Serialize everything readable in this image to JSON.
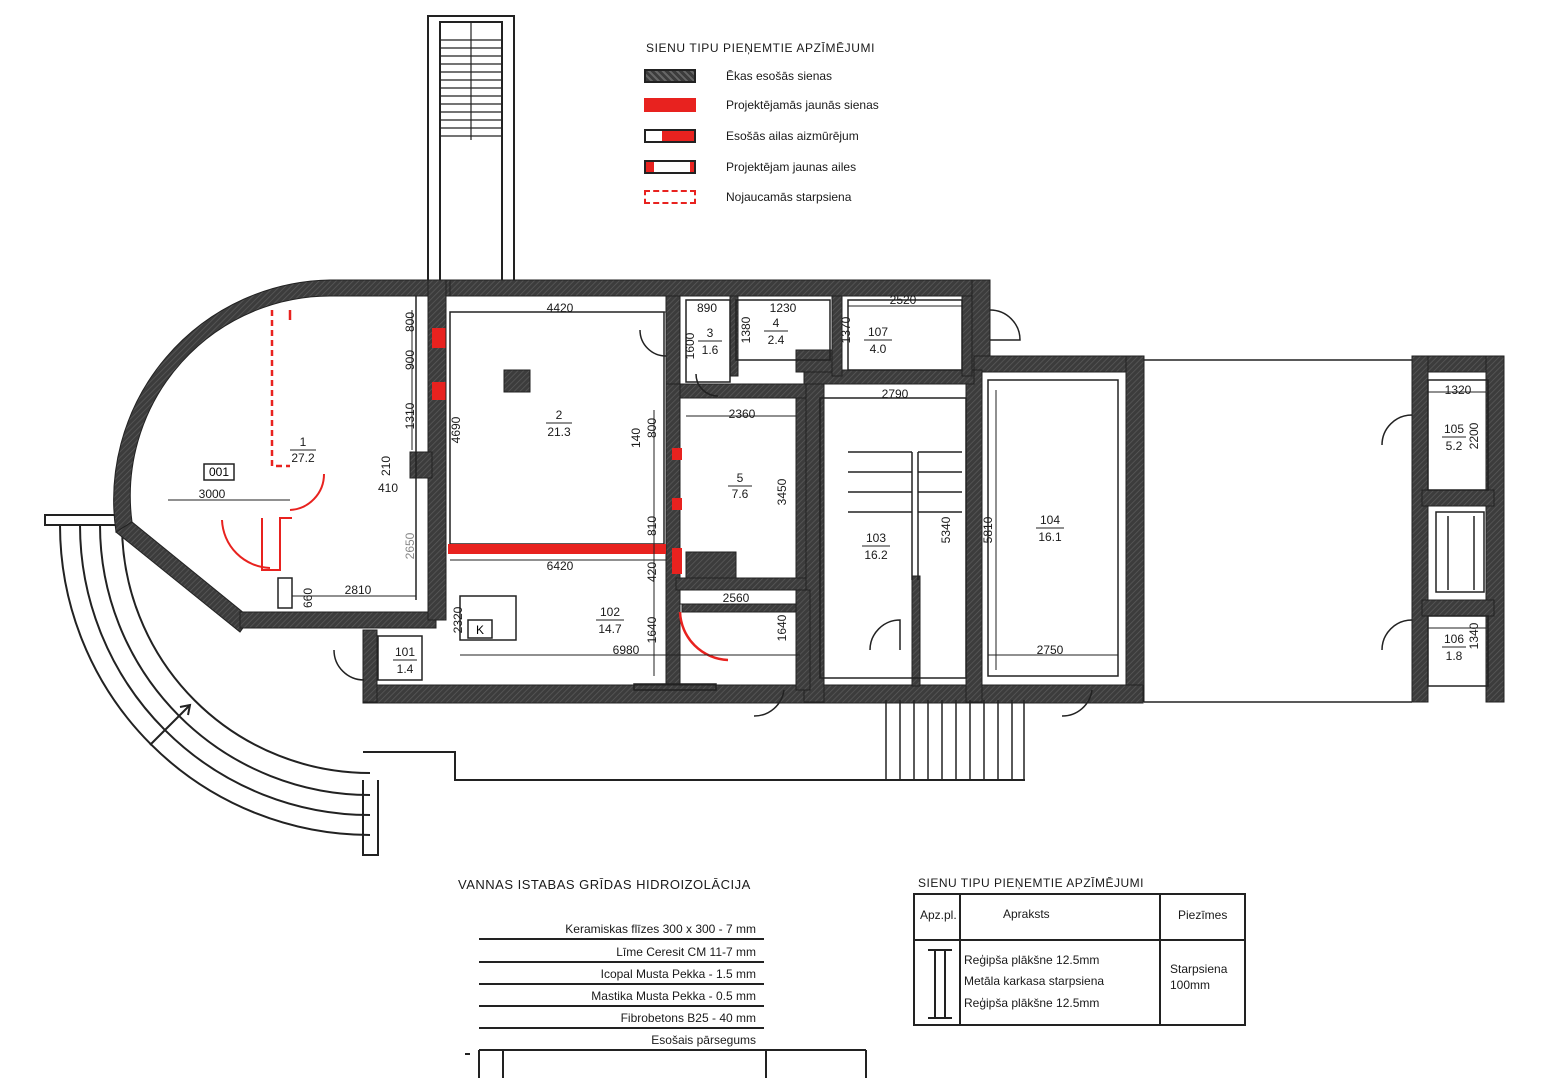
{
  "legend": {
    "title": "SIENU TIPU PIEŅEMTIE APZĪMĒJUMI",
    "items": [
      {
        "label": "Ēkas esošās sienas",
        "swatch": "existing"
      },
      {
        "label": "Projektējamās jaunās sienas",
        "swatch": "new"
      },
      {
        "label": "Esošās ailas aizmūrējum",
        "swatch": "fill"
      },
      {
        "label": "Projektējam jaunas ailes",
        "swatch": "open"
      },
      {
        "label": "Nojaucamās starpsiena",
        "swatch": "demo"
      }
    ]
  },
  "rooms": [
    {
      "id": "1",
      "area": "27.2"
    },
    {
      "id": "2",
      "area": "21.3"
    },
    {
      "id": "3",
      "area": "1.6"
    },
    {
      "id": "4",
      "area": "2.4"
    },
    {
      "id": "5",
      "area": "7.6"
    },
    {
      "id": "101",
      "area": "1.4"
    },
    {
      "id": "102",
      "area": "14.7"
    },
    {
      "id": "103",
      "area": "16.2"
    },
    {
      "id": "104",
      "area": "16.1"
    },
    {
      "id": "105",
      "area": "5.2"
    },
    {
      "id": "106",
      "area": "1.8"
    },
    {
      "id": "107",
      "area": "4.0"
    }
  ],
  "room_tag": "001",
  "kitchen_mark": "K",
  "dimensions": [
    "4420",
    "890",
    "1230",
    "2520",
    "800",
    "900",
    "1310",
    "4690",
    "1370",
    "1380",
    "1600",
    "2360",
    "2790",
    "210",
    "410",
    "3000",
    "140",
    "800",
    "3450",
    "5340",
    "5810",
    "1320",
    "2200",
    "6420",
    "810",
    "420",
    "2810",
    "660",
    "2650",
    "2320",
    "1640",
    "2560",
    "1640",
    "6980",
    "2750",
    "1340"
  ],
  "waterproofing": {
    "title": "VANNAS ISTABAS GRĪDAS HIDROIZOLĀCIJA",
    "layers": [
      "Keramiskas flīzes  300 x 300 - 7 mm",
      "Līme Ceresit CM 11-7 mm",
      "Icopal Musta  Pekka - 1.5 mm",
      "Mastika Musta  Pekka - 0.5 mm",
      "Fibrobetons B25 - 40 mm",
      "Esošais pārsegums"
    ]
  },
  "wall_types": {
    "title": "SIENU TIPU PIEŅEMTIE APZĪMĒJUMI",
    "headers": [
      "Apz.pl.",
      "Apraksts",
      "Piezīmes"
    ],
    "description": [
      "Reģipša plākšne 12.5mm",
      "Metāla karkasa starpsiena",
      "Reģipša plākšne 12.5mm"
    ],
    "note": [
      "Starpsiena",
      "100mm"
    ]
  },
  "colors": {
    "wall": "#3a3a3a",
    "new_wall": "#e8221f",
    "line": "#1a1a1a"
  }
}
